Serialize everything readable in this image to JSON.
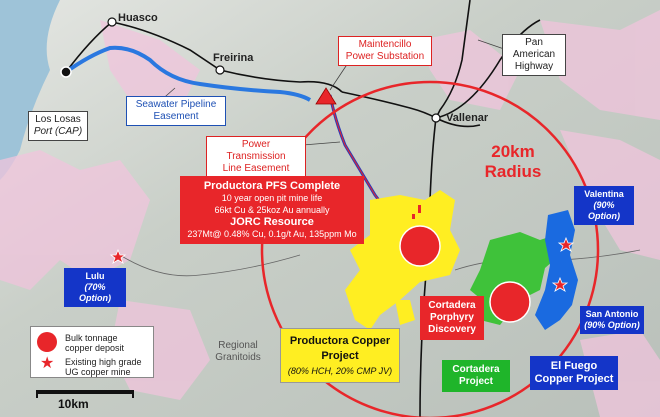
{
  "towns": {
    "huasco": "Huasco",
    "freirina": "Freirina",
    "vallenar": "Vallenar"
  },
  "callouts": {
    "los_losas_1": "Los Losas",
    "los_losas_2": "Port (CAP)",
    "seawater_1": "Seawater Pipeline",
    "seawater_2": "Easement",
    "substation_1": "Maintencillo",
    "substation_2": "Power Substation",
    "transmission_1": "Power Transmission",
    "transmission_2": "Line Easement",
    "highway_1": "Pan",
    "highway_2": "American",
    "highway_3": "Highway"
  },
  "radius": {
    "line1": "20km",
    "line2": "Radius"
  },
  "productora_pfs": {
    "heading1": "Productora PFS Complete",
    "line1": "10 year open pit mine life",
    "line2": "66kt Cu & 25koz Au annually",
    "heading2": "JORC Resource",
    "line3": "237Mt@ 0.48% Cu, 0.1g/t Au, 135ppm Mo"
  },
  "projects": {
    "valentina_name": "Valentina",
    "valentina_option": "(90% Option)",
    "lulu_name": "Lulu",
    "lulu_option": "(70% Option)",
    "san_antonio_name": "San Antonio",
    "san_antonio_option": "(90% Option)",
    "el_fuego_1": "El Fuego",
    "el_fuego_2": "Copper Project",
    "cortadera_project_1": "Cortadera",
    "cortadera_project_2": "Project",
    "cortadera_discovery_1": "Cortadera",
    "cortadera_discovery_2": "Porphyry",
    "cortadera_discovery_3": "Discovery",
    "productora_copper_1": "Productora Copper",
    "productora_copper_2": "Project",
    "productora_copper_3": "(80% HCH, 20% CMP JV)"
  },
  "regional": {
    "line1": "Regional",
    "line2": "Granitoids"
  },
  "legend": {
    "bulk_1": "Bulk tonnage",
    "bulk_2": "copper deposit",
    "ug_1": "Existing high grade",
    "ug_2": "UG copper mine"
  },
  "scale": {
    "label": "10km"
  },
  "colors": {
    "radius": "#e8262a",
    "pipeline": "#2a78e0",
    "transmission": "#2d3ab8",
    "productora": "#ffee22",
    "cortadera": "#3fc23a",
    "el_fuego": "#1a6ae0",
    "granitoids": "#f0c4dc"
  }
}
